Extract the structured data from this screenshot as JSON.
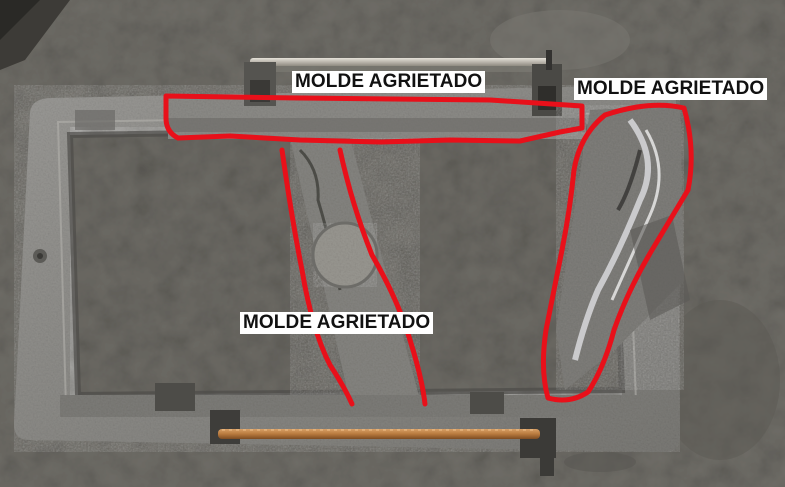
{
  "annotations": {
    "top_label": "MOLDE AGRIETADO",
    "right_label": "MOLDE AGRIETADO",
    "center_label": "MOLDE AGRIETADO"
  },
  "colors": {
    "highlight_outline": "#e8101a",
    "label_background": "#ffffff",
    "label_text": "#111111",
    "concrete_floor": "#6e6c66",
    "mold_metal": "#8a8a86"
  },
  "icons": [
    "cracked-mold-photo",
    "crack-highlight-outline",
    "rebar-rod"
  ]
}
